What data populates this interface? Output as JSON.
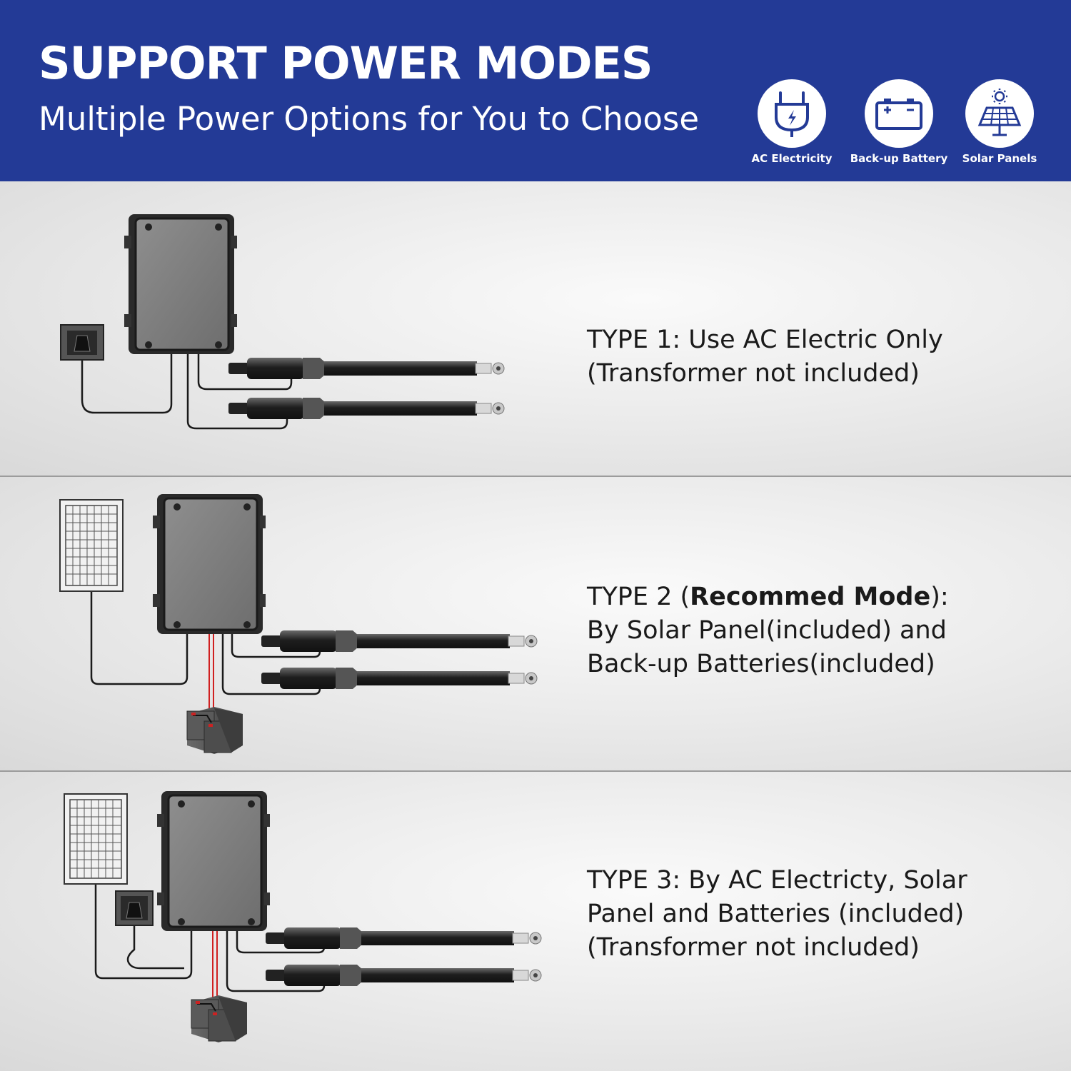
{
  "header": {
    "title": "SUPPORT POWER MODES",
    "subtitle": "Multiple Power Options for You to Choose"
  },
  "power_modes": [
    {
      "label": "AC Electricity",
      "icon": "plug-icon"
    },
    {
      "label": "Back-up Battery",
      "icon": "battery-icon"
    },
    {
      "label": "Solar Panels",
      "icon": "solar-panel-icon"
    }
  ],
  "types": [
    {
      "line1": "TYPE 1: Use AC Electric Only",
      "line2": "(Transformer not included)"
    },
    {
      "line1_prefix": "TYPE 2 (",
      "line1_bold": "Recommed Mode",
      "line1_suffix": "):",
      "line2": "By Solar Panel(included) and",
      "line3": "Back-up Batteries(included)"
    },
    {
      "line1": "TYPE 3: By AC Electricty, Solar",
      "line2": "Panel and Batteries (included)",
      "line3": "(Transformer not included)"
    }
  ],
  "colors": {
    "header_bg": "#233a96",
    "text": "#1a1a1a",
    "wire_red": "#d02020"
  }
}
